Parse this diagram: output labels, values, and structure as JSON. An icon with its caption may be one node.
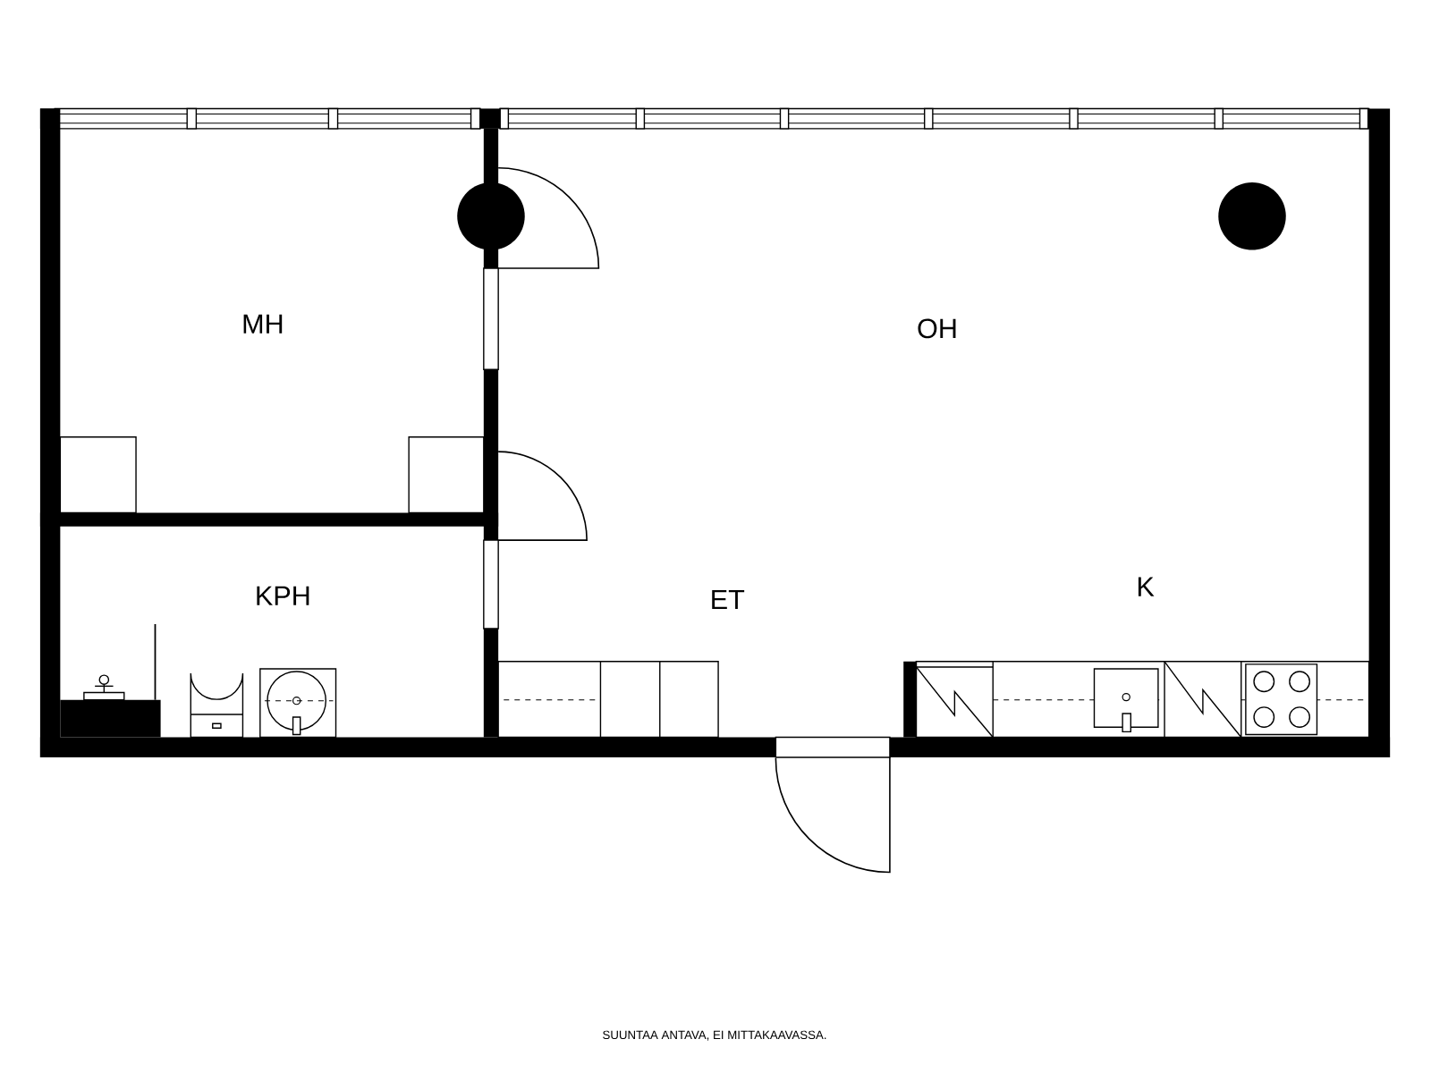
{
  "diagram": {
    "labels": [
      "MH",
      "OH",
      "KPH",
      "ET",
      "K",
      "SUUNTAA ANTAVA, EI MITTAKAAVASSA."
    ]
  }
}
